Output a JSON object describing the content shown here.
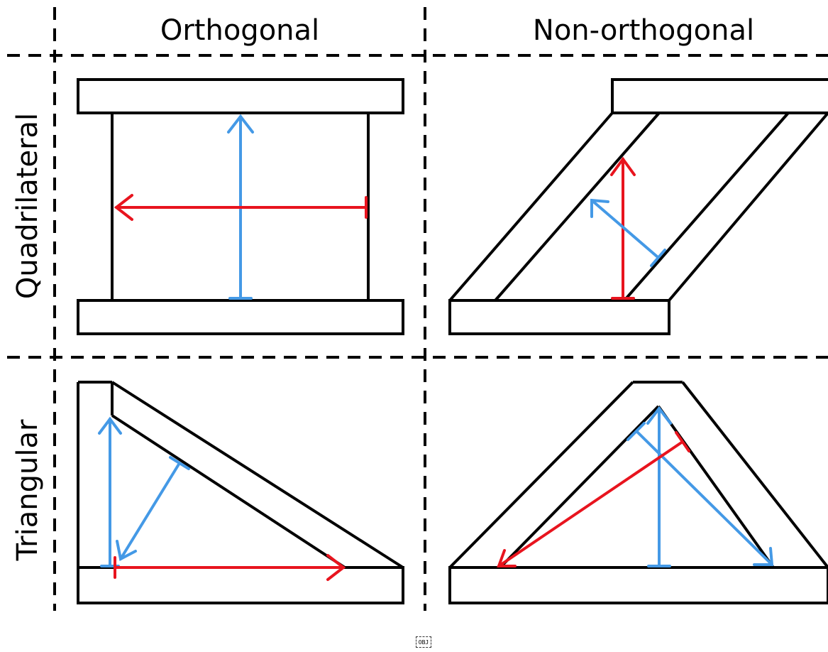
{
  "headers": {
    "col1": "Orthogonal",
    "col2": "Non-orthogonal",
    "row1": "Quadrilateral",
    "row2": "Triangular"
  },
  "colors": {
    "outline": "#000000",
    "blue": "#4499e6",
    "red": "#e8141e",
    "divider": "#000000"
  },
  "footer_mark": "OBJ"
}
